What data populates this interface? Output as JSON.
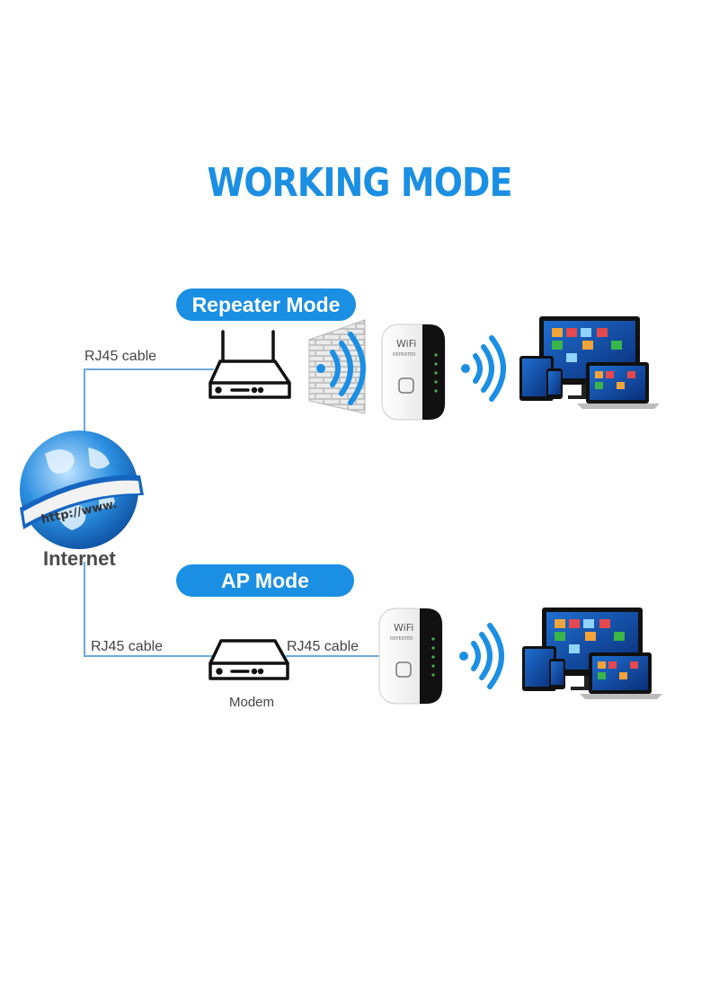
{
  "title": "WORKING MODE",
  "modes": {
    "repeater": "Repeater Mode",
    "ap": "AP Mode"
  },
  "labels": {
    "rj45_top": "RJ45 cable",
    "rj45_left": "RJ45 cable",
    "rj45_right": "RJ45 cable",
    "modem": "Modem",
    "internet": "Internet",
    "globe_text": "http://www.",
    "device_brand": "WiFi",
    "device_sub": "REPEATER"
  },
  "colors": {
    "accent": "#1a8fe3",
    "line": "#6fa8d8",
    "device_black": "#111111"
  }
}
